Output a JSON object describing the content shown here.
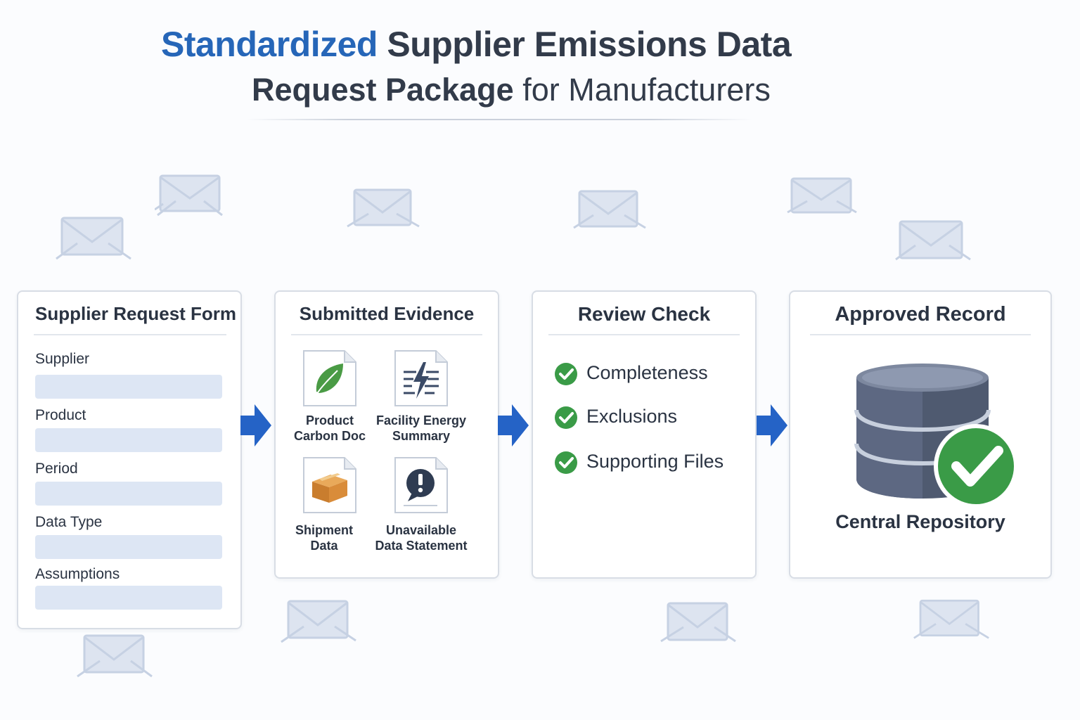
{
  "title": {
    "line1_accent": "Standardized",
    "line1_rest": " Supplier Emissions Data",
    "line2_strong": "Request Package",
    "line2_rest": " for Manufacturers"
  },
  "colors": {
    "accent_blue": "#2666b8",
    "arrow_blue": "#2563c6",
    "check_green": "#3a9b47",
    "field_fill": "#dde6f4",
    "envelope": "#d4dceb"
  },
  "form": {
    "title": "Supplier Request Form",
    "fields": [
      {
        "label": "Supplier",
        "value": ""
      },
      {
        "label": "Product",
        "value": ""
      },
      {
        "label": "Period",
        "value": ""
      },
      {
        "label": "Data Type",
        "value": ""
      },
      {
        "label": "Assumptions",
        "value": ""
      }
    ]
  },
  "evidence": {
    "title": "Submitted Evidence",
    "docs": [
      {
        "label_line1": "Product",
        "label_line2": "Carbon Doc",
        "icon": "leaf-icon"
      },
      {
        "label_line1": "Facility Energy",
        "label_line2": "Summary",
        "icon": "energy-icon"
      },
      {
        "label_line1": "Shipment",
        "label_line2": "Data",
        "icon": "package-icon"
      },
      {
        "label_line1": "Unavailable",
        "label_line2": "Data Statement",
        "icon": "alert-icon"
      }
    ]
  },
  "review": {
    "title": "Review Check",
    "items": [
      "Completeness",
      "Exclusions",
      "Supporting Files"
    ]
  },
  "approved": {
    "title": "Approved Record",
    "repo_label": "Central Repository"
  }
}
